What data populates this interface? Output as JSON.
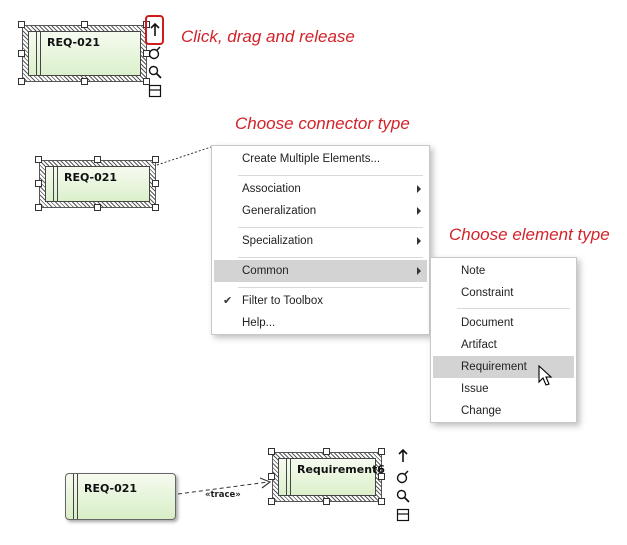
{
  "captions": {
    "step1": "Click, drag and release",
    "step2": "Choose connector type",
    "step3": "Choose element type"
  },
  "elements": {
    "top": {
      "name": "REQ-021"
    },
    "middle": {
      "name": "REQ-021"
    },
    "bottom_source": {
      "name": "REQ-021"
    },
    "bottom_target": {
      "name": "Requirement6"
    }
  },
  "connector": {
    "stereotype": "«trace»"
  },
  "quicklink_icons": [
    "arrow-up-icon",
    "lasso-icon",
    "magnifier-icon",
    "panel-icon"
  ],
  "connector_menu": {
    "items": [
      {
        "label": "Create Multiple Elements...",
        "submenu": false
      },
      {
        "label": "Association",
        "submenu": true
      },
      {
        "label": "Generalization",
        "submenu": true
      },
      {
        "label": "Specialization",
        "submenu": true
      },
      {
        "label": "Common",
        "submenu": true,
        "highlighted": true
      },
      {
        "label": "Filter to Toolbox",
        "checked": true
      },
      {
        "label": "Help..."
      }
    ]
  },
  "element_menu": {
    "items": [
      {
        "label": "Note"
      },
      {
        "label": "Constraint"
      },
      {
        "label": "Document"
      },
      {
        "label": "Artifact"
      },
      {
        "label": "Requirement",
        "highlighted": true
      },
      {
        "label": "Issue"
      },
      {
        "label": "Change"
      }
    ]
  },
  "colors": {
    "caption": "#d2232a",
    "element_fill_top": "#f6fbf0",
    "element_fill_bottom": "#dcf0cc",
    "menu_highlight": "#d3d3d3"
  }
}
